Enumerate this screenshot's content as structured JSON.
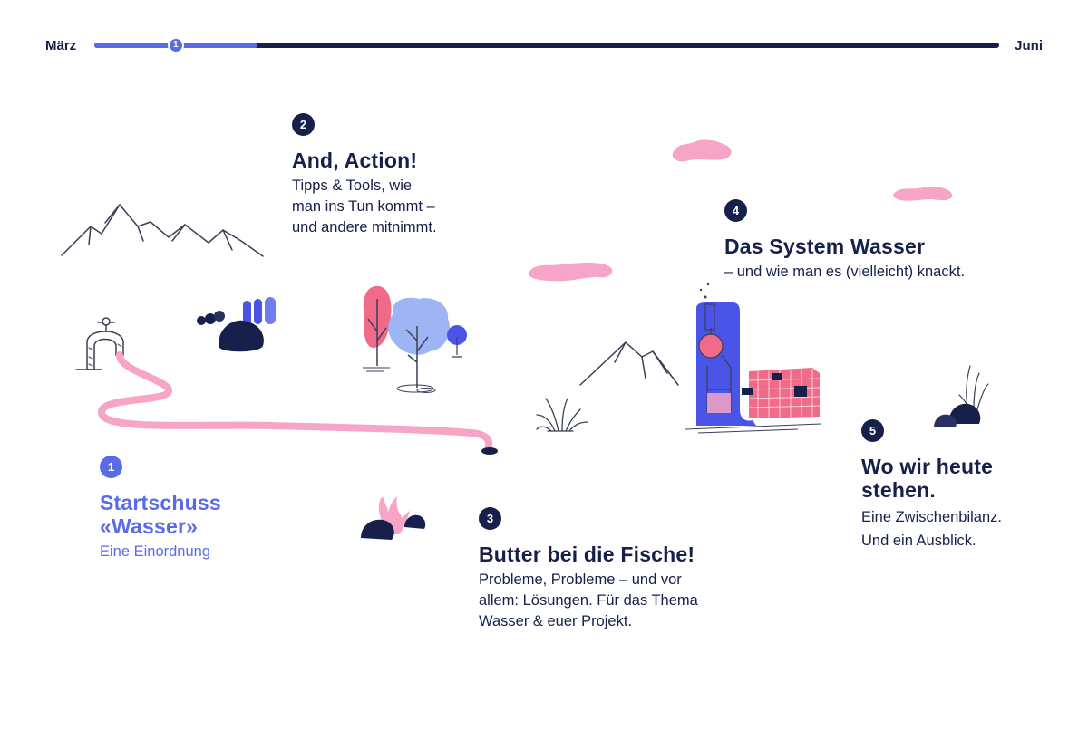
{
  "timeline": {
    "start_label": "März",
    "end_label": "Juni",
    "progress": 0.18,
    "current_marker": "1"
  },
  "chapters": [
    {
      "number": "1",
      "title_line1": "Startschuss",
      "title_line2": "«Wasser»",
      "subtitle": "Eine Einordnung",
      "active": true
    },
    {
      "number": "2",
      "title": "And, Action!",
      "subtitle_line1": "Tipps & Tools, wie",
      "subtitle_line2": "man ins Tun kommt –",
      "subtitle_line3": "und andere mitnimmt.",
      "active": false
    },
    {
      "number": "3",
      "title": "Butter bei die Fische!",
      "subtitle_line1": "Probleme, Probleme – und vor",
      "subtitle_line2": "allem: Lösungen. Für das Thema",
      "subtitle_line3": "Wasser & euer Projekt.",
      "active": false
    },
    {
      "number": "4",
      "title": "Das System Wasser",
      "subtitle": "– und wie man es (vielleicht) knackt.",
      "active": false
    },
    {
      "number": "5",
      "title_line1": "Wo wir heute",
      "title_line2": "stehen.",
      "subtitle_line1": "Eine Zwischenbilanz.",
      "subtitle_line2": "Und ein Ausblick.",
      "active": false
    }
  ],
  "colors": {
    "navy": "#16204a",
    "accent_blue": "#5a6be6",
    "pink": "#f29bc2",
    "light_blue": "#9fb4f5",
    "bright_blue": "#4a55e8",
    "red_pink": "#f06a8a"
  }
}
